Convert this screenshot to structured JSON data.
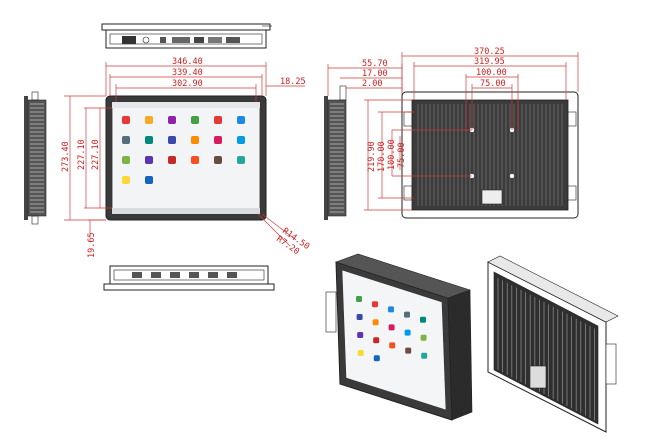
{
  "dimensions": {
    "front_width_outer": "346.40",
    "front_width_mid": "339.40",
    "front_width_screen": "302.90",
    "front_right_offset": "18.25",
    "front_height_outer": "273.40",
    "front_height_a": "227.10",
    "front_height_b": "227.10",
    "front_bottom_offset": "19.65",
    "cutout_diag_a": "R14.50",
    "cutout_diag_b": "R7.20",
    "side_depth_total": "55.70",
    "side_depth_a": "17.00",
    "side_depth_b": "2.00",
    "rear_width_outer": "370.25",
    "rear_width_inner": "319.95",
    "rear_vesa_100": "100.00",
    "rear_vesa_75": "75.00",
    "rear_height_outer": "219.90",
    "rear_height_a": "170.00",
    "rear_height_b": "100.00",
    "rear_height_c": "75.00"
  },
  "colors": {
    "dimension": "#cc1f1f",
    "outline": "#222222",
    "bezel": "#3a3a3a",
    "heatsink": "#2b2b2b"
  },
  "icons": [
    "app-icon-a",
    "app-icon-b",
    "app-icon-c",
    "app-icon-d",
    "app-icon-e",
    "app-icon-f",
    "app-icon-g",
    "app-icon-h",
    "app-icon-i",
    "app-icon-j",
    "app-icon-k",
    "app-icon-l",
    "app-icon-m",
    "app-icon-n",
    "app-icon-o",
    "app-icon-p",
    "app-icon-q",
    "app-icon-r",
    "app-icon-s",
    "app-icon-t"
  ],
  "icon_colors": [
    "#e53935",
    "#f9a825",
    "#8e24aa",
    "#43a047",
    "#e53935",
    "#1e88e5",
    "#546e7a",
    "#00897b",
    "#3949ab",
    "#fb8c00",
    "#d81b60",
    "#039be5",
    "#7cb342",
    "#5e35b1",
    "#c62828",
    "#f4511e",
    "#6d4c41",
    "#26a69a",
    "#fdd835",
    "#1565c0"
  ]
}
